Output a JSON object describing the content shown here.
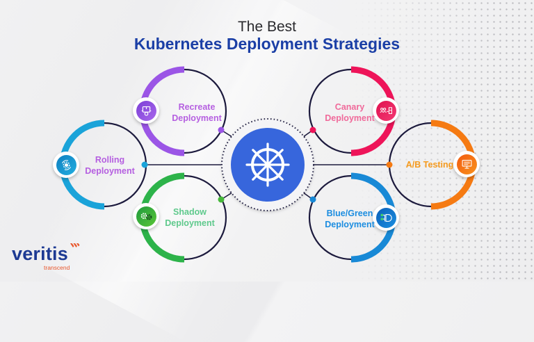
{
  "header": {
    "title_line1": "The Best",
    "title_line2": "Kubernetes Deployment Strategies"
  },
  "center": {
    "icon": "kubernetes-helm-wheel-icon",
    "color": "#3766dc"
  },
  "strategies": [
    {
      "id": "recreate",
      "line1": "Recreate",
      "line2": "Deployment",
      "icon": "box-gear-icon",
      "color": "#9b55e6",
      "text_color": "#b55fe0",
      "position": "top-left"
    },
    {
      "id": "rolling",
      "line1": "Rolling",
      "line2": "Deployment",
      "icon": "rotating-gear-icon",
      "color": "#1aa3d9",
      "text_color": "#b55fe0",
      "position": "middle-left"
    },
    {
      "id": "shadow",
      "line1": "Shadow",
      "line2": "Deployment",
      "icon": "double-gear-icon",
      "color": "#2db34a",
      "text_color": "#5fc98c",
      "position": "bottom-left"
    },
    {
      "id": "canary",
      "line1": "Canary",
      "line2": "Deployment",
      "icon": "people-transfer-icon",
      "color": "#ee1459",
      "text_color": "#f06a9a",
      "position": "top-right"
    },
    {
      "id": "ab",
      "line1": "A/B Testing",
      "line2": "",
      "icon": "monitor-list-icon",
      "color": "#f57a12",
      "text_color": "#f59a1e",
      "position": "middle-right"
    },
    {
      "id": "bluegreen",
      "line1": "Blue/Green",
      "line2": "Deployment",
      "icon": "network-switch-icon",
      "color": "#1889d6",
      "text_color": "#1c8de0",
      "position": "bottom-right"
    }
  ],
  "brand": {
    "name": "veritis",
    "tagline": "transcend",
    "primary_color": "#1d3a93",
    "accent_color": "#e8552a"
  }
}
